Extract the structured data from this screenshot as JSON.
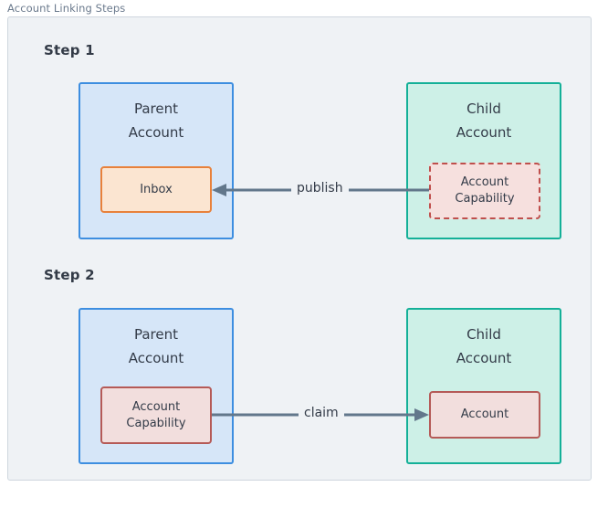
{
  "frame": {
    "title": "Account Linking Steps",
    "background": "#eff2f5",
    "border_color": "#ced6de"
  },
  "steps": [
    {
      "label": "Step 1",
      "parent": {
        "title": "Parent\nAccount",
        "fill": "#d6e6f8",
        "stroke": "#3d8ee0",
        "inner": {
          "label": "Inbox",
          "fill": "#fbe5d1",
          "stroke": "#e8813b",
          "style": "solid"
        }
      },
      "child": {
        "title": "Child\nAccount",
        "fill": "#cdf0e7",
        "stroke": "#14b098",
        "inner": {
          "label": "Account\nCapability",
          "fill": "#f6e0de",
          "stroke": "#bf4f4c",
          "style": "dashed"
        }
      },
      "edge": {
        "label": "publish",
        "direction": "left",
        "color": "#62778b"
      }
    },
    {
      "label": "Step 2",
      "parent": {
        "title": "Parent\nAccount",
        "fill": "#d6e6f8",
        "stroke": "#3d8ee0",
        "inner": {
          "label": "Account\nCapability",
          "fill": "#f2dedd",
          "stroke": "#b55a57",
          "style": "solid"
        }
      },
      "child": {
        "title": "Child\nAccount",
        "fill": "#cdf0e7",
        "stroke": "#14b098",
        "inner": {
          "label": "Account",
          "fill": "#f2dedd",
          "stroke": "#b55a57",
          "style": "solid"
        }
      },
      "edge": {
        "label": "claim",
        "direction": "right",
        "color": "#62778b"
      }
    }
  ]
}
